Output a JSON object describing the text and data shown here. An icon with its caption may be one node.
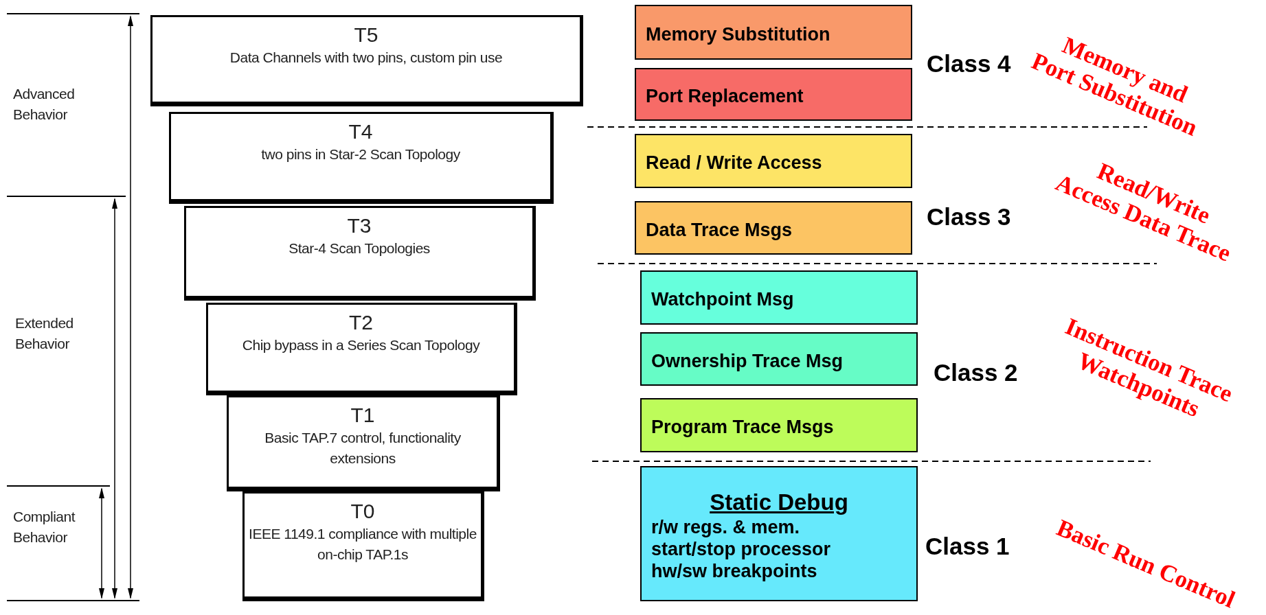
{
  "diagram": {
    "nodes": [
      {
        "text": [
          "T5",
          "Data Channels with two pins, custom pin use"
        ]
      },
      {
        "text": [
          "T4",
          "two pins in Star-2 Scan Topology"
        ]
      },
      {
        "text": [
          "T3",
          "Star-4 Scan Topologies"
        ]
      },
      {
        "text": [
          "T2",
          "Chip bypass in a Series Scan Topology"
        ]
      },
      {
        "text": [
          "T1",
          "Basic TAP.7 control, functionality extensions"
        ]
      },
      {
        "text": [
          "T0",
          "IEEE 1149.1 compliance with multiple on-chip TAP.1s"
        ]
      },
      {
        "text": [
          "Memory Substitution"
        ]
      },
      {
        "text": [
          "Port Replacement"
        ]
      },
      {
        "text": [
          "Read / Write Access"
        ]
      },
      {
        "text": [
          "Data Trace Msgs"
        ]
      },
      {
        "text": [
          "Watchpoint Msg"
        ]
      },
      {
        "text": [
          "Ownership Trace Msg"
        ]
      },
      {
        "text": [
          "Program Trace Msgs"
        ]
      },
      {
        "text": [
          "Static Debug",
          "r/w regs. & mem.",
          "start/stop processor",
          "hw/sw breakpoints"
        ]
      }
    ],
    "labels": [
      "Advanced Behavior",
      "Extended Behavior",
      "Compliant Behavior",
      "Class 4",
      "Memory and Port Substitution",
      "Class 3",
      "Read/Write Access Data Trace",
      "Class 2",
      "Instruction Trace Watchpoints",
      "Class 1",
      "Basic Run Control"
    ]
  }
}
